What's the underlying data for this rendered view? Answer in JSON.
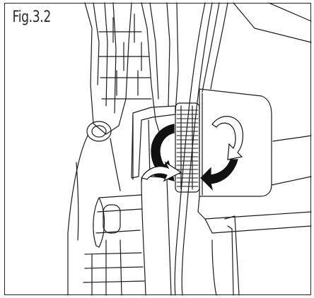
{
  "figure": {
    "label": "Fig.3.2"
  },
  "colors": {
    "line": "#1a1a1a",
    "arrow_fill": "#111111",
    "background": "#ffffff"
  },
  "icons": {
    "rotation_arrow_1": "curved-arrow-clockwise",
    "rotation_arrow_2": "curved-arrow-counterclockwise"
  }
}
